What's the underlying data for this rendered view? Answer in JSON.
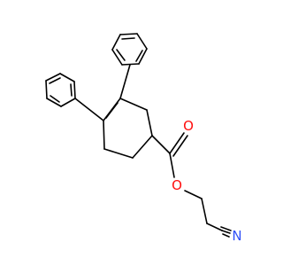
{
  "molecule": {
    "atoms": {
      "o_ester": {
        "symbol": "O",
        "color": "#ff0d0d"
      },
      "o_carbonyl": {
        "symbol": "O",
        "color": "#ff0d0d"
      },
      "n_nitrile": {
        "symbol": "N",
        "color": "#3050f8"
      }
    }
  }
}
